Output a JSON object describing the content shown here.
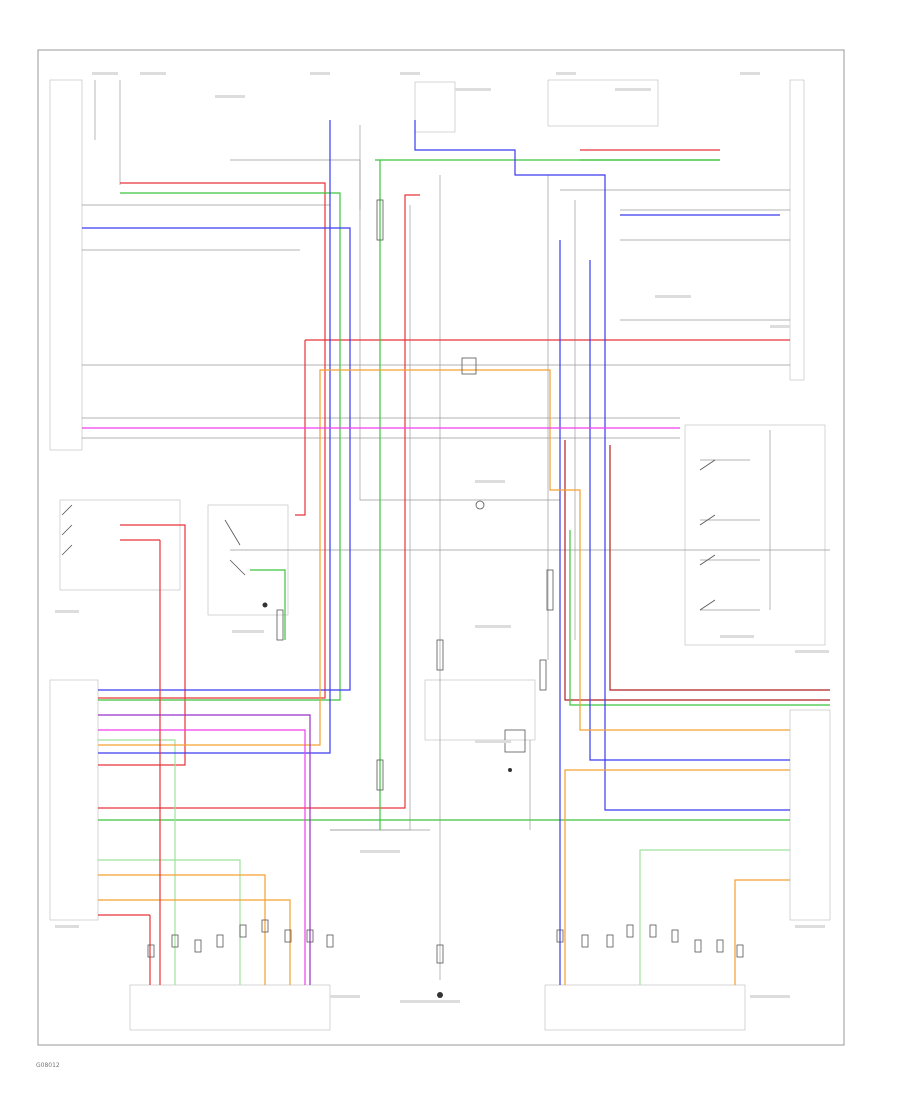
{
  "wire_colors": {
    "red": "#e8343a",
    "green": "#3cc43c",
    "blue": "#3b3bf0",
    "orange": "#f5a030",
    "pink": "#f03cf0",
    "lightgreen": "#9ee29e",
    "gray": "#9a9a9a",
    "black": "#333333",
    "darkred": "#b02020",
    "purple": "#9a30c8"
  },
  "icons": [
    "ground-symbol",
    "connector-pin",
    "switch-contact"
  ],
  "footer_code": "G08012"
}
